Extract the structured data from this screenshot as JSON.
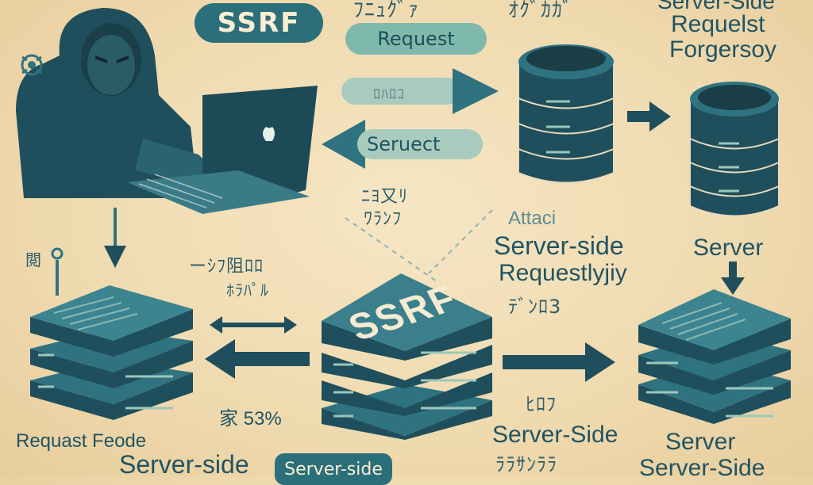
{
  "badges": {
    "ssrf_top": "SSRF"
  },
  "arrows": {
    "request": "Request",
    "serruect": "Seruect",
    "middle_glyphs": "ﾛﾊﾛｺ"
  },
  "title_right": {
    "line1": "Server-Side",
    "line2": "Requelst",
    "line3": "Forgersoy"
  },
  "top_glyphs": {
    "a": "ﾌﾆｭｸﾞｧ",
    "b": "ｵｸﾞｶｶﾞ"
  },
  "center_glyphs": {
    "line1": "ﾆﾖ又ﾘ",
    "line2": "ﾜﾗﾝﾌ",
    "attack": "Attaci"
  },
  "server_side_block": {
    "line1": "Server-side",
    "line2": "Requestlyjiy",
    "line3": "ﾃﾞﾝﾛ3"
  },
  "server_right": "Server",
  "left_side": {
    "icon_mark": "閲",
    "glyphs1": "ーｼﾌ阻ﾛﾛ",
    "glyphs2": "ﾎﾗﾊﾟﾙ"
  },
  "ssrf_box": "SSRF",
  "bottom": {
    "request_feode": "Requast Feode",
    "server_side_left": "Server-side",
    "server_side_pill": "Server-side",
    "pct": "家 53%",
    "glyphs_bottom": "ﾋﾛﾌ",
    "server_side_center": "Server-Side",
    "glyphs_bottom2": "ﾗﾗｻﾝﾗﾗ",
    "server_right": "Server",
    "server_side_right": "Server-Side"
  },
  "colors": {
    "teal_dark": "#1f4f5c",
    "teal": "#2f7381",
    "teal_light": "#7fb9ac",
    "bg": "#f0dbb1"
  }
}
